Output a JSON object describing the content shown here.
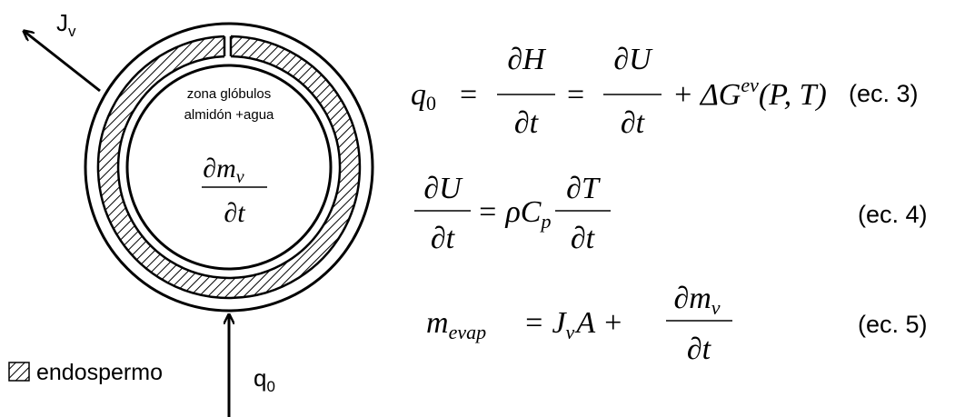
{
  "diagram": {
    "flux_label": "J",
    "flux_sub": "v",
    "heat_label": "q",
    "heat_sub": "0",
    "zone_line1": "zona glóbulos",
    "zone_line2": "almidón +agua",
    "inner_num": "∂m",
    "inner_num_sub": "v",
    "inner_den": "∂t",
    "legend_label": "endospermo"
  },
  "equations": [
    {
      "lhs": "q",
      "lhs_sub": "0",
      "eq": "=",
      "frac1_num": "∂H",
      "frac1_den": "∂t",
      "eq2": "=",
      "frac2_num": "∂U",
      "frac2_den": "∂t",
      "plus": "+ ΔG",
      "sup": "ev",
      "args": "(P, T)",
      "tag": "(ec. 3)"
    },
    {
      "frac_num": "∂U",
      "frac_den": "∂t",
      "eq": "= ρC",
      "sub": "p",
      "frac2_num": "∂T",
      "frac2_den": "∂t",
      "tag": "(ec. 4)"
    },
    {
      "lhs": "m",
      "lhs_sub": "evap",
      "eq": "= J",
      "sub": "v",
      "term": "A +",
      "frac_num": "∂m",
      "frac_num_sub": "v",
      "frac_den": "∂t",
      "tag": "(ec. 5)"
    }
  ]
}
